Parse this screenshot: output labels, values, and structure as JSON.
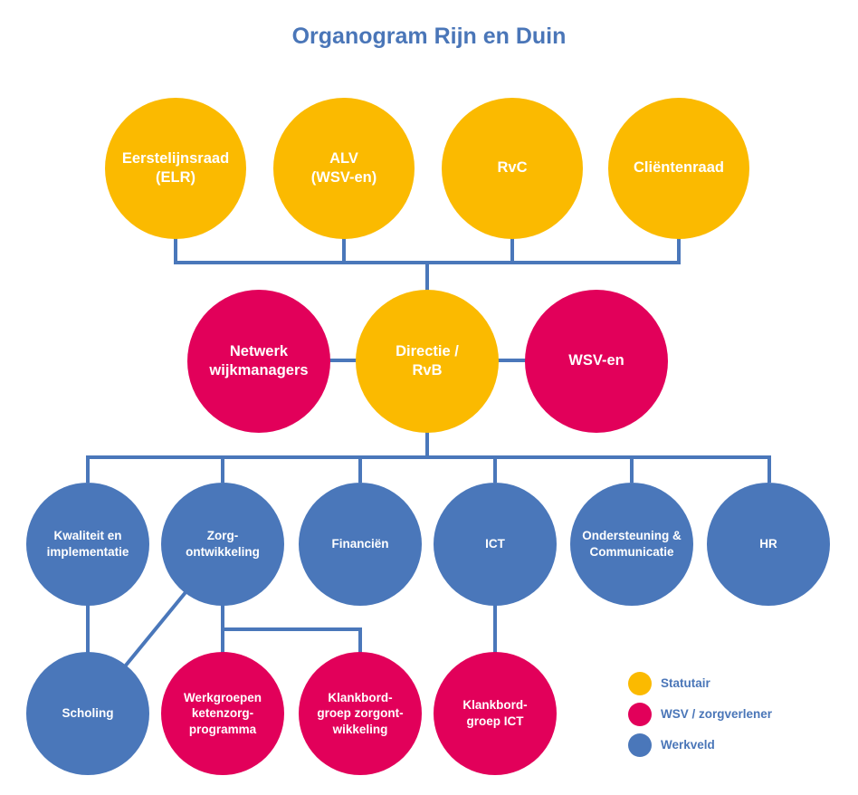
{
  "title": "Organogram Rijn en Duin",
  "colors": {
    "statutair": "#fbba00",
    "wsv": "#e2005a",
    "werkveld": "#4a77ba",
    "line": "#4a77ba"
  },
  "nodes": {
    "elr": {
      "label": "Eerstelijnsraad\n(ELR)",
      "type": "statutair"
    },
    "alv": {
      "label": "ALV\n(WSV-en)",
      "type": "statutair"
    },
    "rvc": {
      "label": "RvC",
      "type": "statutair"
    },
    "clientenraad": {
      "label": "Cliëntenraad",
      "type": "statutair"
    },
    "netwerk": {
      "label": "Netwerk\nwijkmanagers",
      "type": "wsv"
    },
    "directie": {
      "label": "Directie /\nRvB",
      "type": "statutair"
    },
    "wsv_en": {
      "label": "WSV-en",
      "type": "wsv"
    },
    "kwaliteit": {
      "label": "Kwaliteit en\nimplementatie",
      "type": "werkveld"
    },
    "zorgontwikkeling": {
      "label": "Zorg-\nontwikkeling",
      "type": "werkveld"
    },
    "financien": {
      "label": "Financiën",
      "type": "werkveld"
    },
    "ict": {
      "label": "ICT",
      "type": "werkveld"
    },
    "ondersteuning": {
      "label": "Ondersteuning &\nCommunicatie",
      "type": "werkveld"
    },
    "hr": {
      "label": "HR",
      "type": "werkveld"
    },
    "scholing": {
      "label": "Scholing",
      "type": "werkveld"
    },
    "werkgroepen": {
      "label": "Werkgroepen\nketenzorg-\nprogramma",
      "type": "wsv"
    },
    "klankbord_zorg": {
      "label": "Klankbord-\ngroep zorgont-\nwikkeling",
      "type": "wsv"
    },
    "klankbord_ict": {
      "label": "Klankbord-\ngroep ICT",
      "type": "wsv"
    }
  },
  "legend": [
    {
      "label": "Statutair",
      "type": "statutair"
    },
    {
      "label": "WSV / zorgverlener",
      "type": "wsv"
    },
    {
      "label": "Werkveld",
      "type": "werkveld"
    }
  ]
}
